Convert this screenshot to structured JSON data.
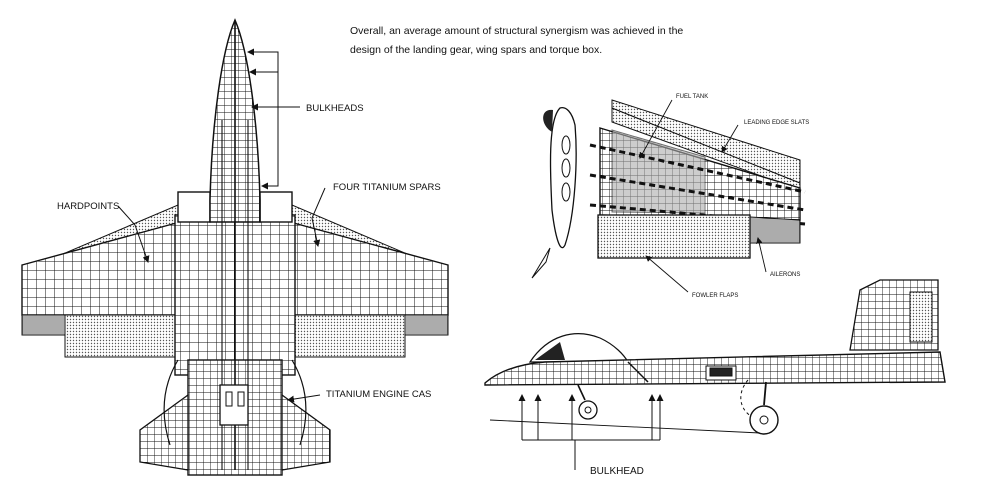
{
  "caption": {
    "line1": "Overall, an average amount of structural synergism was achieved in the",
    "line2": "design of the landing gear, wing spars and torque box."
  },
  "top_view": {
    "labels": {
      "bulkheads": "BULKHEADS",
      "hardpoints": "HARDPOINTS",
      "spars": "FOUR TITANIUM SPARS",
      "engine_case": "TITANIUM ENGINE CAS"
    }
  },
  "wing_detail": {
    "labels": {
      "fuel_tank": "FUEL TANK",
      "slats": "LEADING EDGE SLATS",
      "ailerons": "AILERONS",
      "flaps": "FOWLER FLAPS"
    }
  },
  "side_view": {
    "labels": {
      "bulkhead": "BULKHEAD"
    }
  },
  "colors": {
    "ink": "#111111",
    "dot_fill": "#9a9a9a",
    "dark_fill": "#222222"
  }
}
